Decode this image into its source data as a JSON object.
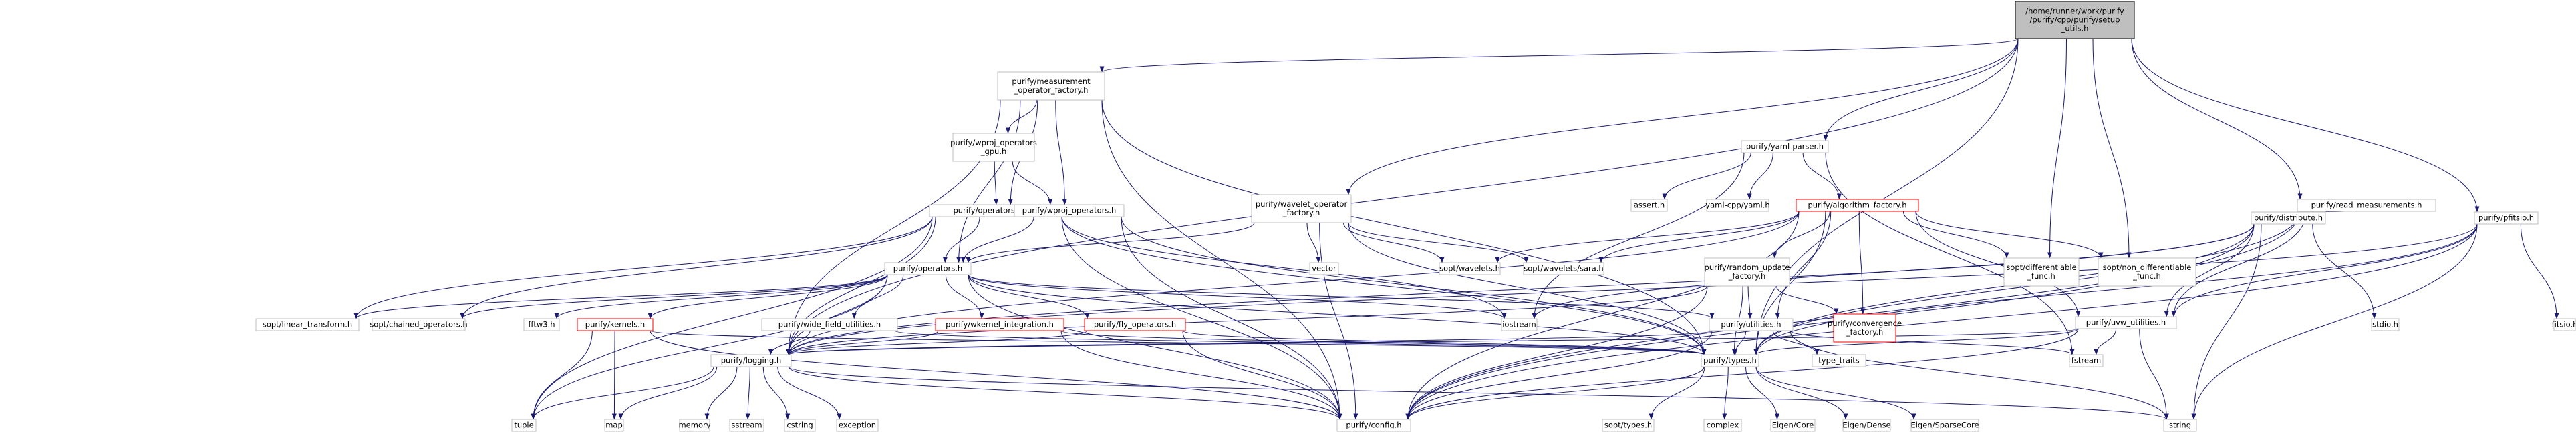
{
  "nodes": [
    {
      "id": "root",
      "lines": [
        "/home/runner/work/purify",
        "/purify/cpp/purify/setup",
        "_utils.h"
      ],
      "style": "root"
    },
    {
      "id": "mof",
      "lines": [
        "purify/measurement",
        "_operator_factory.h"
      ]
    },
    {
      "id": "wpg",
      "lines": [
        "purify/wproj_operators",
        "_gpu.h"
      ]
    },
    {
      "id": "ogpu",
      "lines": [
        "purify/operators_gpu.h"
      ]
    },
    {
      "id": "wpo",
      "lines": [
        "purify/wproj_operators.h"
      ]
    },
    {
      "id": "wof",
      "lines": [
        "purify/wavelet_operator",
        "_factory.h"
      ]
    },
    {
      "id": "ops",
      "lines": [
        "purify/operators.h"
      ]
    },
    {
      "id": "yaml",
      "lines": [
        "purify/yaml-parser.h"
      ]
    },
    {
      "id": "algo",
      "lines": [
        "purify/algorithm_factory.h"
      ],
      "style": "red"
    },
    {
      "id": "readm",
      "lines": [
        "purify/read_measurements.h"
      ]
    },
    {
      "id": "pfits",
      "lines": [
        "purify/pfitsio.h"
      ]
    },
    {
      "id": "dist",
      "lines": [
        "purify/distribute.h"
      ]
    },
    {
      "id": "rand",
      "lines": [
        "purify/random_update",
        "_factory.h"
      ]
    },
    {
      "id": "utils",
      "lines": [
        "purify/utilities.h"
      ]
    },
    {
      "id": "uvw",
      "lines": [
        "purify/uvw_utilities.h"
      ]
    },
    {
      "id": "conv",
      "lines": [
        "purify/convergence",
        "_factory.h"
      ],
      "style": "red"
    },
    {
      "id": "kern",
      "lines": [
        "purify/kernels.h"
      ],
      "style": "red"
    },
    {
      "id": "wfu",
      "lines": [
        "purify/wide_field_utilities.h"
      ]
    },
    {
      "id": "wki",
      "lines": [
        "purify/wkernel_integration.h"
      ],
      "style": "red"
    },
    {
      "id": "fly",
      "lines": [
        "purify/fly_operators.h"
      ],
      "style": "red"
    },
    {
      "id": "log",
      "lines": [
        "purify/logging.h"
      ]
    },
    {
      "id": "types",
      "lines": [
        "purify/types.h"
      ]
    },
    {
      "id": "config",
      "lines": [
        "purify/config.h"
      ]
    },
    {
      "id": "linT",
      "lines": [
        "sopt/linear_transform.h"
      ]
    },
    {
      "id": "chain",
      "lines": [
        "sopt/chained_operators.h"
      ]
    },
    {
      "id": "fftw",
      "lines": [
        "fftw3.h"
      ]
    },
    {
      "id": "iostream",
      "lines": [
        "iostream"
      ]
    },
    {
      "id": "vector",
      "lines": [
        "vector"
      ]
    },
    {
      "id": "swav",
      "lines": [
        "sopt/wavelets.h"
      ]
    },
    {
      "id": "swsara",
      "lines": [
        "sopt/wavelets/sara.h"
      ]
    },
    {
      "id": "assert",
      "lines": [
        "assert.h"
      ]
    },
    {
      "id": "yamlcpp",
      "lines": [
        "yaml-cpp/yaml.h"
      ]
    },
    {
      "id": "sdiff",
      "lines": [
        "sopt/differentiable",
        "_func.h"
      ]
    },
    {
      "id": "snondiff",
      "lines": [
        "sopt/non_differentiable",
        "_func.h"
      ]
    },
    {
      "id": "stdio",
      "lines": [
        "stdio.h"
      ]
    },
    {
      "id": "fitsio",
      "lines": [
        "fitsio.h"
      ]
    },
    {
      "id": "tuple",
      "lines": [
        "tuple"
      ]
    },
    {
      "id": "map",
      "lines": [
        "map"
      ]
    },
    {
      "id": "memory",
      "lines": [
        "memory"
      ]
    },
    {
      "id": "sstream",
      "lines": [
        "sstream"
      ]
    },
    {
      "id": "cstring",
      "lines": [
        "cstring"
      ]
    },
    {
      "id": "exception",
      "lines": [
        "exception"
      ]
    },
    {
      "id": "soptTypes",
      "lines": [
        "sopt/types.h"
      ]
    },
    {
      "id": "complex",
      "lines": [
        "complex"
      ]
    },
    {
      "id": "eigenCore",
      "lines": [
        "Eigen/Core"
      ]
    },
    {
      "id": "eigenDense",
      "lines": [
        "Eigen/Dense"
      ]
    },
    {
      "id": "eigenSparse",
      "lines": [
        "Eigen/SparseCore"
      ]
    },
    {
      "id": "typeTraits",
      "lines": [
        "type_traits"
      ]
    },
    {
      "id": "fstream",
      "lines": [
        "fstream"
      ]
    },
    {
      "id": "string",
      "lines": [
        "string"
      ]
    }
  ],
  "edges": [
    [
      "root",
      "mof"
    ],
    [
      "root",
      "wof"
    ],
    [
      "root",
      "yaml"
    ],
    [
      "root",
      "readm"
    ],
    [
      "root",
      "pfits"
    ],
    [
      "root",
      "sdiff"
    ],
    [
      "root",
      "snondiff"
    ],
    [
      "root",
      "log"
    ],
    [
      "root",
      "types"
    ],
    [
      "mof",
      "wpg"
    ],
    [
      "mof",
      "ogpu"
    ],
    [
      "mof",
      "wpo"
    ],
    [
      "mof",
      "ops"
    ],
    [
      "mof",
      "log"
    ],
    [
      "mof",
      "types"
    ],
    [
      "mof",
      "config"
    ],
    [
      "wpg",
      "ogpu"
    ],
    [
      "wpg",
      "wpo"
    ],
    [
      "ogpu",
      "ops"
    ],
    [
      "ogpu",
      "linT"
    ],
    [
      "ogpu",
      "chain"
    ],
    [
      "ogpu",
      "log"
    ],
    [
      "ogpu",
      "types"
    ],
    [
      "ogpu",
      "config"
    ],
    [
      "ogpu",
      "tuple"
    ],
    [
      "ogpu",
      "iostream"
    ],
    [
      "wpo",
      "ops"
    ],
    [
      "wpo",
      "types"
    ],
    [
      "wpo",
      "config"
    ],
    [
      "wof",
      "ops"
    ],
    [
      "wof",
      "vector"
    ],
    [
      "wof",
      "swav"
    ],
    [
      "wof",
      "swsara"
    ],
    [
      "wof",
      "types"
    ],
    [
      "wof",
      "config"
    ],
    [
      "ops",
      "linT"
    ],
    [
      "ops",
      "chain"
    ],
    [
      "ops",
      "fftw"
    ],
    [
      "ops",
      "kern"
    ],
    [
      "ops",
      "wfu"
    ],
    [
      "ops",
      "wki"
    ],
    [
      "ops",
      "fly"
    ],
    [
      "ops",
      "log"
    ],
    [
      "ops",
      "types"
    ],
    [
      "ops",
      "config"
    ],
    [
      "ops",
      "iostream"
    ],
    [
      "ops",
      "utils"
    ],
    [
      "ops",
      "tuple"
    ],
    [
      "yaml",
      "assert"
    ],
    [
      "yaml",
      "yamlcpp"
    ],
    [
      "yaml",
      "algo"
    ],
    [
      "yaml",
      "iostream"
    ],
    [
      "yaml",
      "fstream"
    ],
    [
      "algo",
      "swav"
    ],
    [
      "algo",
      "swsara"
    ],
    [
      "algo",
      "rand"
    ],
    [
      "algo",
      "utils"
    ],
    [
      "algo",
      "conv"
    ],
    [
      "algo",
      "sdiff"
    ],
    [
      "algo",
      "snondiff"
    ],
    [
      "algo",
      "uvw"
    ],
    [
      "algo",
      "log"
    ],
    [
      "algo",
      "types"
    ],
    [
      "algo",
      "config"
    ],
    [
      "readm",
      "dist"
    ],
    [
      "readm",
      "uvw"
    ],
    [
      "readm",
      "types"
    ],
    [
      "readm",
      "config"
    ],
    [
      "pfits",
      "uvw"
    ],
    [
      "pfits",
      "fitsio"
    ],
    [
      "pfits",
      "log"
    ],
    [
      "pfits",
      "types"
    ],
    [
      "pfits",
      "config"
    ],
    [
      "pfits",
      "string"
    ],
    [
      "dist",
      "uvw"
    ],
    [
      "dist",
      "iostream"
    ],
    [
      "dist",
      "stdio"
    ],
    [
      "dist",
      "string"
    ],
    [
      "dist",
      "types"
    ],
    [
      "dist",
      "log"
    ],
    [
      "dist",
      "config"
    ],
    [
      "rand",
      "utils"
    ],
    [
      "rand",
      "conv"
    ],
    [
      "rand",
      "log"
    ],
    [
      "rand",
      "types"
    ],
    [
      "rand",
      "config"
    ],
    [
      "utils",
      "types"
    ],
    [
      "utils",
      "typeTraits"
    ],
    [
      "utils",
      "fstream"
    ],
    [
      "utils",
      "string"
    ],
    [
      "utils",
      "log"
    ],
    [
      "utils",
      "config"
    ],
    [
      "uvw",
      "types"
    ],
    [
      "uvw",
      "fstream"
    ],
    [
      "uvw",
      "string"
    ],
    [
      "uvw",
      "config"
    ],
    [
      "uvw",
      "log"
    ],
    [
      "kern",
      "tuple"
    ],
    [
      "kern",
      "map"
    ],
    [
      "kern",
      "types"
    ],
    [
      "kern",
      "config"
    ],
    [
      "wfu",
      "log"
    ],
    [
      "wfu",
      "types"
    ],
    [
      "wki",
      "log"
    ],
    [
      "wki",
      "types"
    ],
    [
      "wki",
      "config"
    ],
    [
      "fly",
      "types"
    ],
    [
      "fly",
      "config"
    ],
    [
      "fly",
      "log"
    ],
    [
      "log",
      "tuple"
    ],
    [
      "log",
      "map"
    ],
    [
      "log",
      "memory"
    ],
    [
      "log",
      "sstream"
    ],
    [
      "log",
      "cstring"
    ],
    [
      "log",
      "exception"
    ],
    [
      "log",
      "string"
    ],
    [
      "log",
      "config"
    ],
    [
      "types",
      "soptTypes"
    ],
    [
      "types",
      "complex"
    ],
    [
      "types",
      "eigenCore"
    ],
    [
      "types",
      "eigenDense"
    ],
    [
      "types",
      "eigenSparse"
    ],
    [
      "types",
      "config"
    ]
  ]
}
